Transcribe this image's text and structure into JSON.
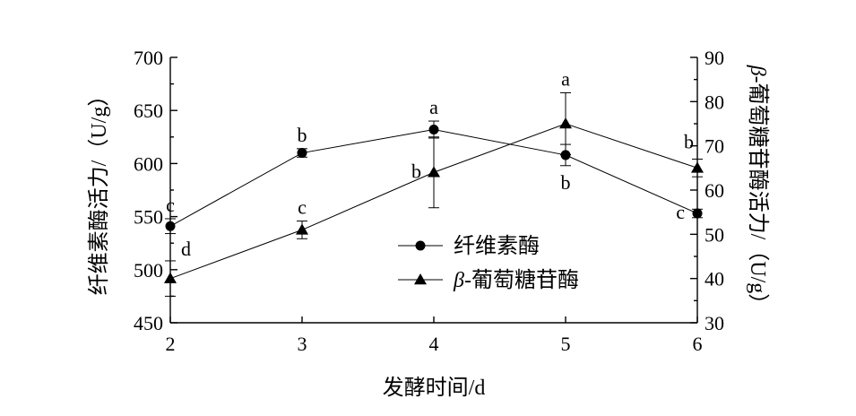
{
  "chart_data": {
    "type": "line",
    "xlabel": "发酵时间/d",
    "ylabel_left": "纤维素酶活力/（U/g）",
    "ylabel_right_prefix": "β",
    "ylabel_right": "-葡萄糖苷酶活力/（U/g）",
    "x": [
      2,
      3,
      4,
      5,
      6
    ],
    "x_ticks": [
      "2",
      "3",
      "4",
      "5",
      "6"
    ],
    "xlim": [
      2,
      6
    ],
    "ylim_left": [
      450,
      700
    ],
    "yticks_left": [
      "450",
      "500",
      "550",
      "600",
      "650",
      "700"
    ],
    "ylim_right": [
      30,
      90
    ],
    "yticks_right": [
      "30",
      "40",
      "50",
      "60",
      "70",
      "80",
      "90"
    ],
    "grid": false,
    "legend_position": "center",
    "series": [
      {
        "name": "纤维素酶",
        "axis": "left",
        "marker": "circle",
        "values": [
          541,
          610,
          632,
          608,
          553
        ],
        "errors": [
          7,
          4,
          8,
          10,
          4
        ],
        "letters": [
          "c",
          "b",
          "a",
          "b",
          "c"
        ],
        "letter_position": [
          "above",
          "above",
          "above",
          "below",
          "left"
        ]
      },
      {
        "name": "-葡萄糖苷酶",
        "name_prefix": "β",
        "axis": "right",
        "marker": "triangle",
        "values": [
          40,
          51,
          64,
          75,
          65
        ],
        "errors": [
          4,
          2,
          8,
          7,
          2
        ],
        "letters": [
          "d",
          "c",
          "b",
          "a",
          "b"
        ],
        "letter_position": [
          "above-right",
          "above",
          "left",
          "above",
          "above-left"
        ]
      }
    ]
  }
}
